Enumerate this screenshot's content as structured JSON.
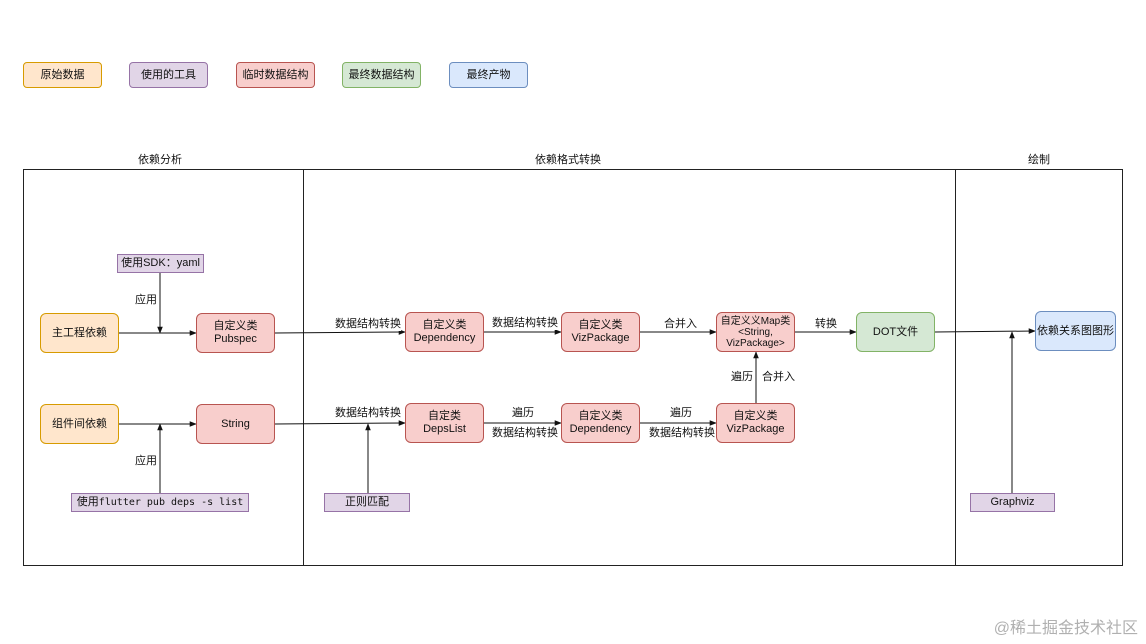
{
  "legend": [
    {
      "label": "原始数据",
      "kind": "raw"
    },
    {
      "label": "使用的工具",
      "kind": "tool"
    },
    {
      "label": "临时数据结构",
      "kind": "tmp"
    },
    {
      "label": "最终数据结构",
      "kind": "fin"
    },
    {
      "label": "最终产物",
      "kind": "prod"
    }
  ],
  "sections": {
    "analysis": "依赖分析",
    "conversion": "依赖格式转换",
    "drawing": "绘制"
  },
  "nodes": {
    "sdk_tool": "使用SDK：yaml",
    "main_deps": "主工程依赖",
    "pubspec": "自定义类\nPubspec",
    "component_deps": "组件间依赖",
    "string": "String",
    "flutter_tool_prefix": "使用",
    "flutter_tool_cmd": "flutter pub deps -s list",
    "dependency_top": "自定义类\nDependency",
    "vizpackage_top": "自定义类\nVizPackage",
    "map_class": "自定义义Map类\n<String,\nVizPackage>",
    "dot_file": "DOT文件",
    "deps_list": "自定类\nDepsList",
    "dependency_bottom": "自定义类\nDependency",
    "vizpackage_bottom": "自定义类\nVizPackage",
    "regex_tool": "正则匹配",
    "graphviz_tool": "Graphviz",
    "graph_output": "依赖关系图图形"
  },
  "edge_labels": {
    "apply_top": "应用",
    "apply_bottom": "应用",
    "convert_1": "数据结构转换",
    "convert_2": "数据结构转换",
    "merge_top": "合并入",
    "transform": "转换",
    "convert_3": "数据结构转换",
    "traverse_1": "遍历",
    "convert_4": "数据结构转换",
    "traverse_2": "遍历",
    "convert_5": "数据结构转换",
    "traverse_3": "遍历",
    "merge_up": "合并入"
  },
  "colors": {
    "raw": "#ffe6cc",
    "tool": "#e1d5e7",
    "tmp": "#f8cecc",
    "fin": "#d5e8d4",
    "prod": "#dae8fc"
  },
  "watermark": "@稀土掘金技术社区"
}
